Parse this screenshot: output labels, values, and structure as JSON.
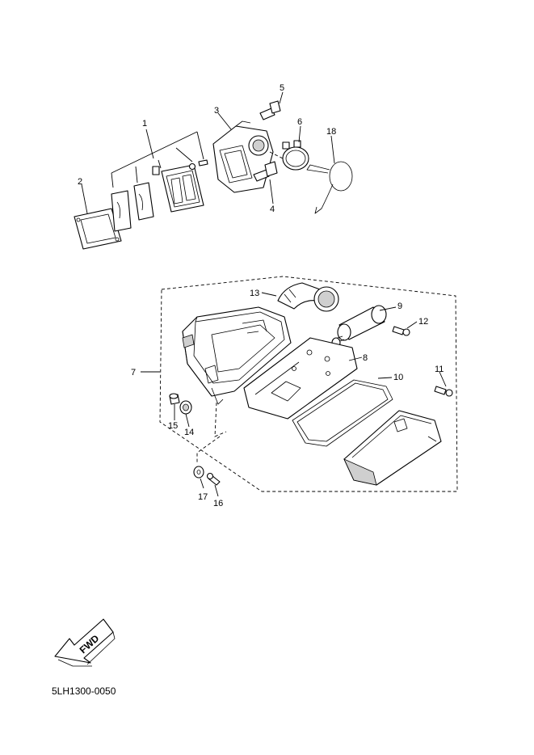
{
  "diagram": {
    "reference_code": "5LH1300-0050",
    "direction_arrow_text": "FWD",
    "part_numbers": {
      "p1": "1",
      "p2": "2",
      "p3": "3",
      "p4": "4",
      "p5": "5",
      "p6": "6",
      "p7": "7",
      "p8": "8",
      "p9": "9",
      "p10": "10",
      "p11": "11",
      "p12": "12",
      "p13": "13",
      "p14": "14",
      "p15": "15",
      "p16": "16",
      "p17": "17",
      "p18": "18"
    }
  }
}
